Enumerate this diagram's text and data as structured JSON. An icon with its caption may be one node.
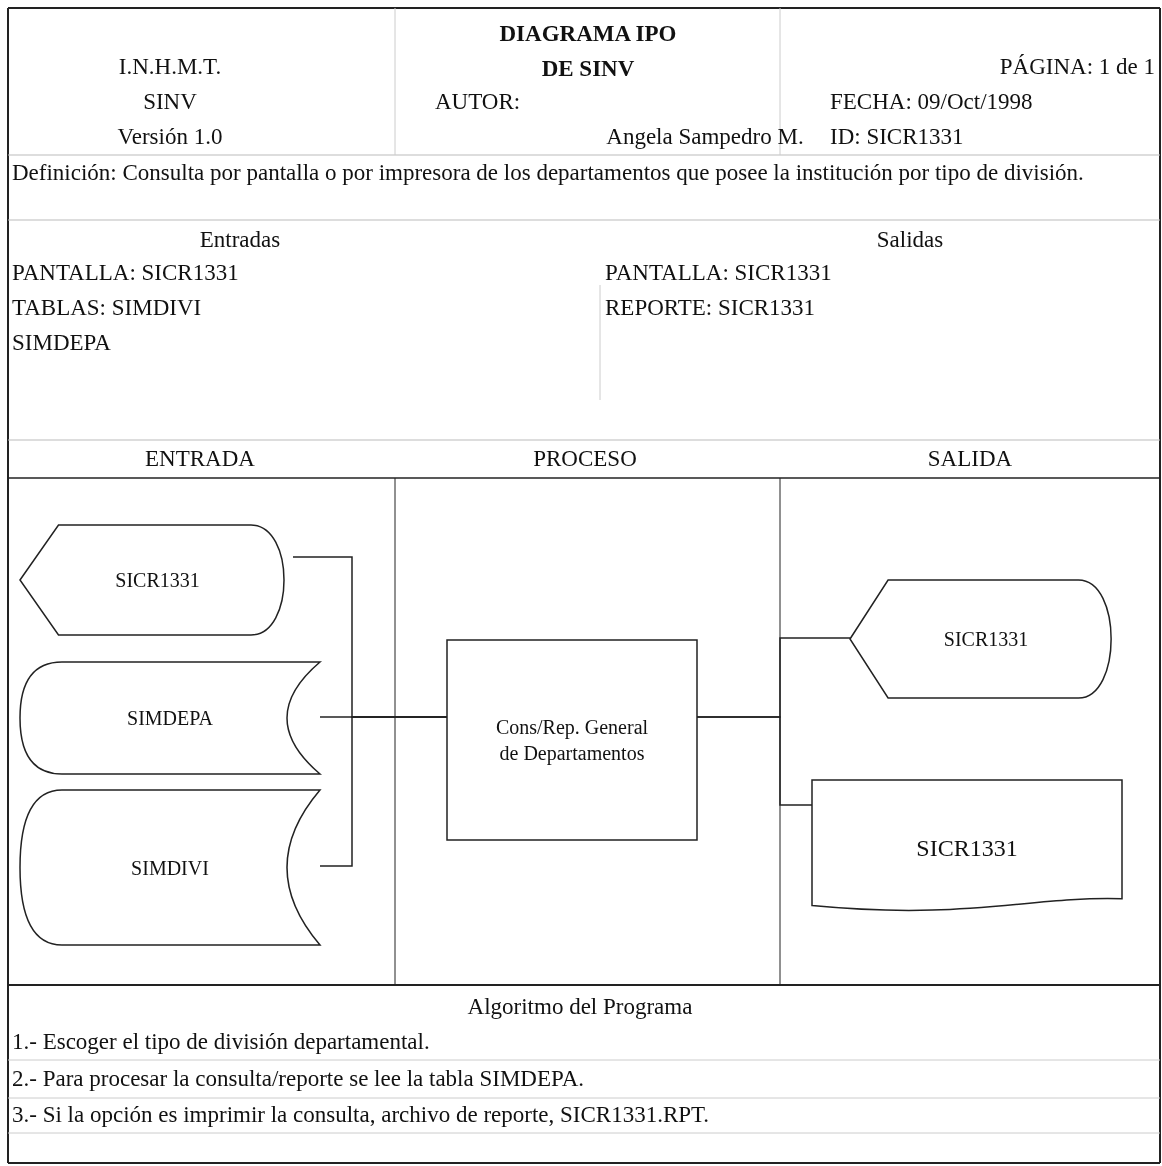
{
  "diagram": {
    "title": "DIAGRAMA IPO DE SINV",
    "nodes": [
      {
        "text": [
          "SICR1331"
        ]
      },
      {
        "text": [
          "SIMDEPA"
        ]
      },
      {
        "text": [
          "SIMDIVI"
        ]
      },
      {
        "text": [
          "Cons/Rep. General de Departamentos"
        ]
      },
      {
        "text": [
          "SICR1331"
        ]
      },
      {
        "text": [
          "SICR1331"
        ]
      }
    ],
    "edges": [
      {
        "from": 0,
        "to": 3,
        "arrow": "none"
      },
      {
        "from": 1,
        "to": 3,
        "arrow": "none"
      },
      {
        "from": 2,
        "to": 3,
        "arrow": "none"
      },
      {
        "from": 3,
        "to": 4,
        "arrow": "none"
      },
      {
        "from": 3,
        "to": 5,
        "arrow": "none"
      }
    ],
    "labels": [
      "I.N.H.M.T.",
      "PÁGINA: 1 de 1",
      "SINV",
      "AUTOR:",
      "FECHA: 09/Oct/1998",
      "Versión 1.0",
      "Angela Sampedro M.",
      "ID: SICR1331",
      "Definición: Consulta por pantalla o por impresora de los departamentos que posee la institución por tipo de división.",
      "Entradas",
      "Salidas",
      "PANTALLA: SICR1331",
      "PANTALLA: SICR1331",
      "TABLAS: SIMDIVI",
      "REPORTE: SICR1331",
      "SIMDEPA",
      "ENTRADA",
      "PROCESO",
      "SALIDA",
      "Algoritmo del Programa",
      "1.- Escoger el tipo de división departamental.",
      "2.- Para procesar la consulta/reporte se lee la tabla SIMDEPA.",
      "3.- Si la opción es imprimir la consulta, archivo de reporte, SICR1331.RPT."
    ]
  }
}
